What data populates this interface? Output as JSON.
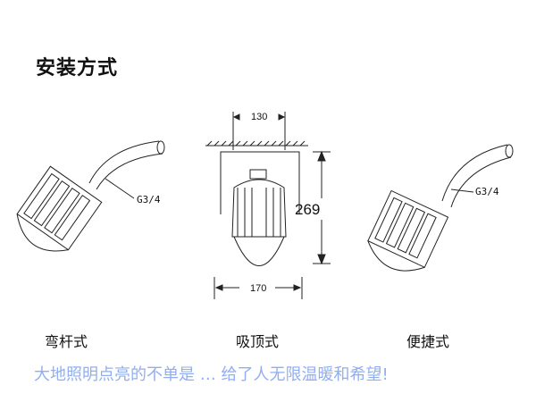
{
  "title": "安装方式",
  "captions": [
    "弯杆式",
    "吸顶式",
    "便捷式"
  ],
  "dimensions": {
    "top_width": "130",
    "height": "269",
    "bottom_width": "170"
  },
  "thread_label": "G3/4",
  "watermark": "大地照明点亮的不单是 … 给了人无限温暖和希望!"
}
